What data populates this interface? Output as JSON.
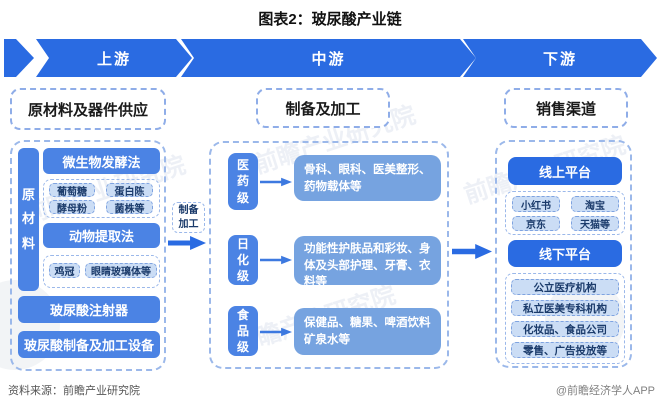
{
  "title": "图表2：玻尿酸产业链",
  "banner": {
    "upstream": "上游",
    "midstream": "中游",
    "downstream": "下游"
  },
  "upstream": {
    "header": "原材料及器件供应",
    "side_label": "原材料",
    "fermentation": {
      "title": "微生物发酵法",
      "items": [
        "葡萄糖",
        "蛋白陈",
        "酵母粉",
        "菌株等"
      ]
    },
    "animal": {
      "title": "动物提取法",
      "items": [
        "鸡冠",
        "眼睛玻璃体等"
      ]
    },
    "devices": [
      "玻尿酸注射器",
      "玻尿酸制备及加工设备"
    ]
  },
  "connector": {
    "label": "制备加工"
  },
  "midstream": {
    "header": "制备及加工",
    "rows": [
      {
        "grade": "医药级",
        "applications": "骨科、眼科、医美整形、药物载体等"
      },
      {
        "grade": "日化级",
        "applications": "功能性护肤品和彩妆、身体及头部护理、牙膏、衣料等"
      },
      {
        "grade": "食品级",
        "applications": "保健品、糖果、啤酒饮料 矿泉水等"
      }
    ]
  },
  "downstream": {
    "header": "销售渠道",
    "online": {
      "title": "线上平台",
      "items": [
        "小红书",
        "淘宝",
        "京东",
        "天猫等"
      ]
    },
    "offline": {
      "title": "线下平台",
      "items": [
        "公立医疗机构",
        "私立医美专科机构",
        "化妆品、食品公司",
        "零售、广告投放等"
      ]
    }
  },
  "footer": {
    "source": "资料来源：前瞻产业研究院",
    "credit": "@前瞻经济学人APP"
  },
  "watermark": "前瞻产业研究院",
  "colors": {
    "primary_blue": "#2A6BE2",
    "medium_blue": "#4B83E4",
    "light_blue": "#76A3E0",
    "pale_blue": "#CBDDF5",
    "navy_text": "#1B3B6B"
  }
}
